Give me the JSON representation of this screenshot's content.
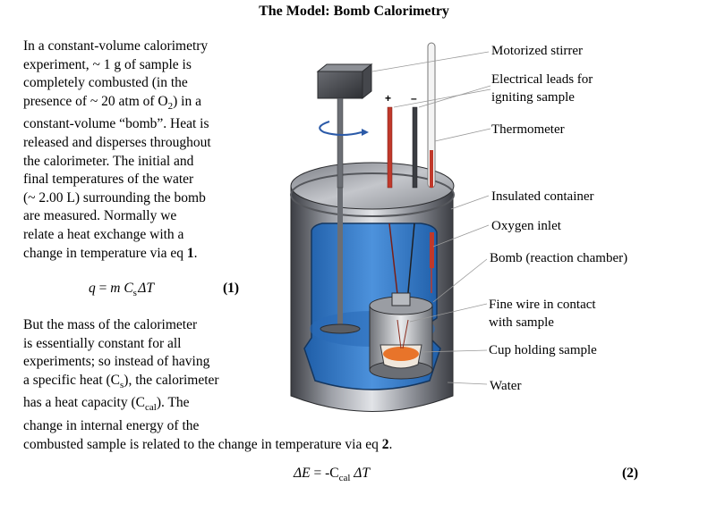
{
  "title": "The Model:  Bomb Calorimetry",
  "intro_lines": [
    "In a constant-volume calorimetry",
    "experiment, ~ 1 g of sample is",
    "completely combusted (in the",
    "presence of ~ 20 atm of O",
    "constant-volume “bomb”.  Heat is",
    "released and disperses throughout",
    "the calorimeter. The initial and",
    "final temperatures of the water",
    "(~ 2.00 L) surrounding the bomb",
    "are measured.  Normally we",
    "relate a heat exchange with a",
    "change in temperature via eq "
  ],
  "intro_o2_sub": "2",
  "intro_o2_tail": ") in a",
  "eq1": {
    "q": "q",
    "equals": " = ",
    "m": "m",
    "C": " C",
    "sub": "s",
    "delta_t": "ΔT",
    "number": "(1)",
    "ref": "1",
    "ref_tail": "."
  },
  "body_lines": [
    "But the mass of the calorimeter",
    "is essentially constant for all",
    "experiments; so instead of having",
    "a specific heat (C",
    "has a heat capacity (C",
    "change in internal energy of the",
    "combusted sample is related to the change in temperature via eq "
  ],
  "body_cs_sub": "s",
  "body_cs_tail": "), the calorimeter",
  "body_ccal_sub": "cal",
  "body_ccal_tail": ").  The",
  "body_ref": "2",
  "body_ref_tail": ".",
  "eq2": {
    "delta_e": "ΔE",
    "equals": " = -C",
    "sub": "cal",
    "delta_t": " ΔT",
    "number": "(2)"
  },
  "diagram": {
    "labels": {
      "motorized_stirrer": "Motorized stirrer",
      "electrical_leads_1": "Electrical leads for",
      "electrical_leads_2": "igniting sample",
      "thermometer": "Thermometer",
      "insulated_container": "Insulated container",
      "oxygen_inlet": "Oxygen inlet",
      "bomb": "Bomb (reaction chamber)",
      "fine_wire_1": "Fine wire in contact",
      "fine_wire_2": "with sample",
      "cup": "Cup holding sample",
      "water": "Water"
    },
    "plus_sign": "+",
    "minus_sign": "–",
    "colors": {
      "water": "#3a7bc8",
      "steel_dark": "#4a4c52",
      "steel_light": "#c9cbd0",
      "lead_red": "#c0392b",
      "sample": "#e8742a"
    }
  }
}
